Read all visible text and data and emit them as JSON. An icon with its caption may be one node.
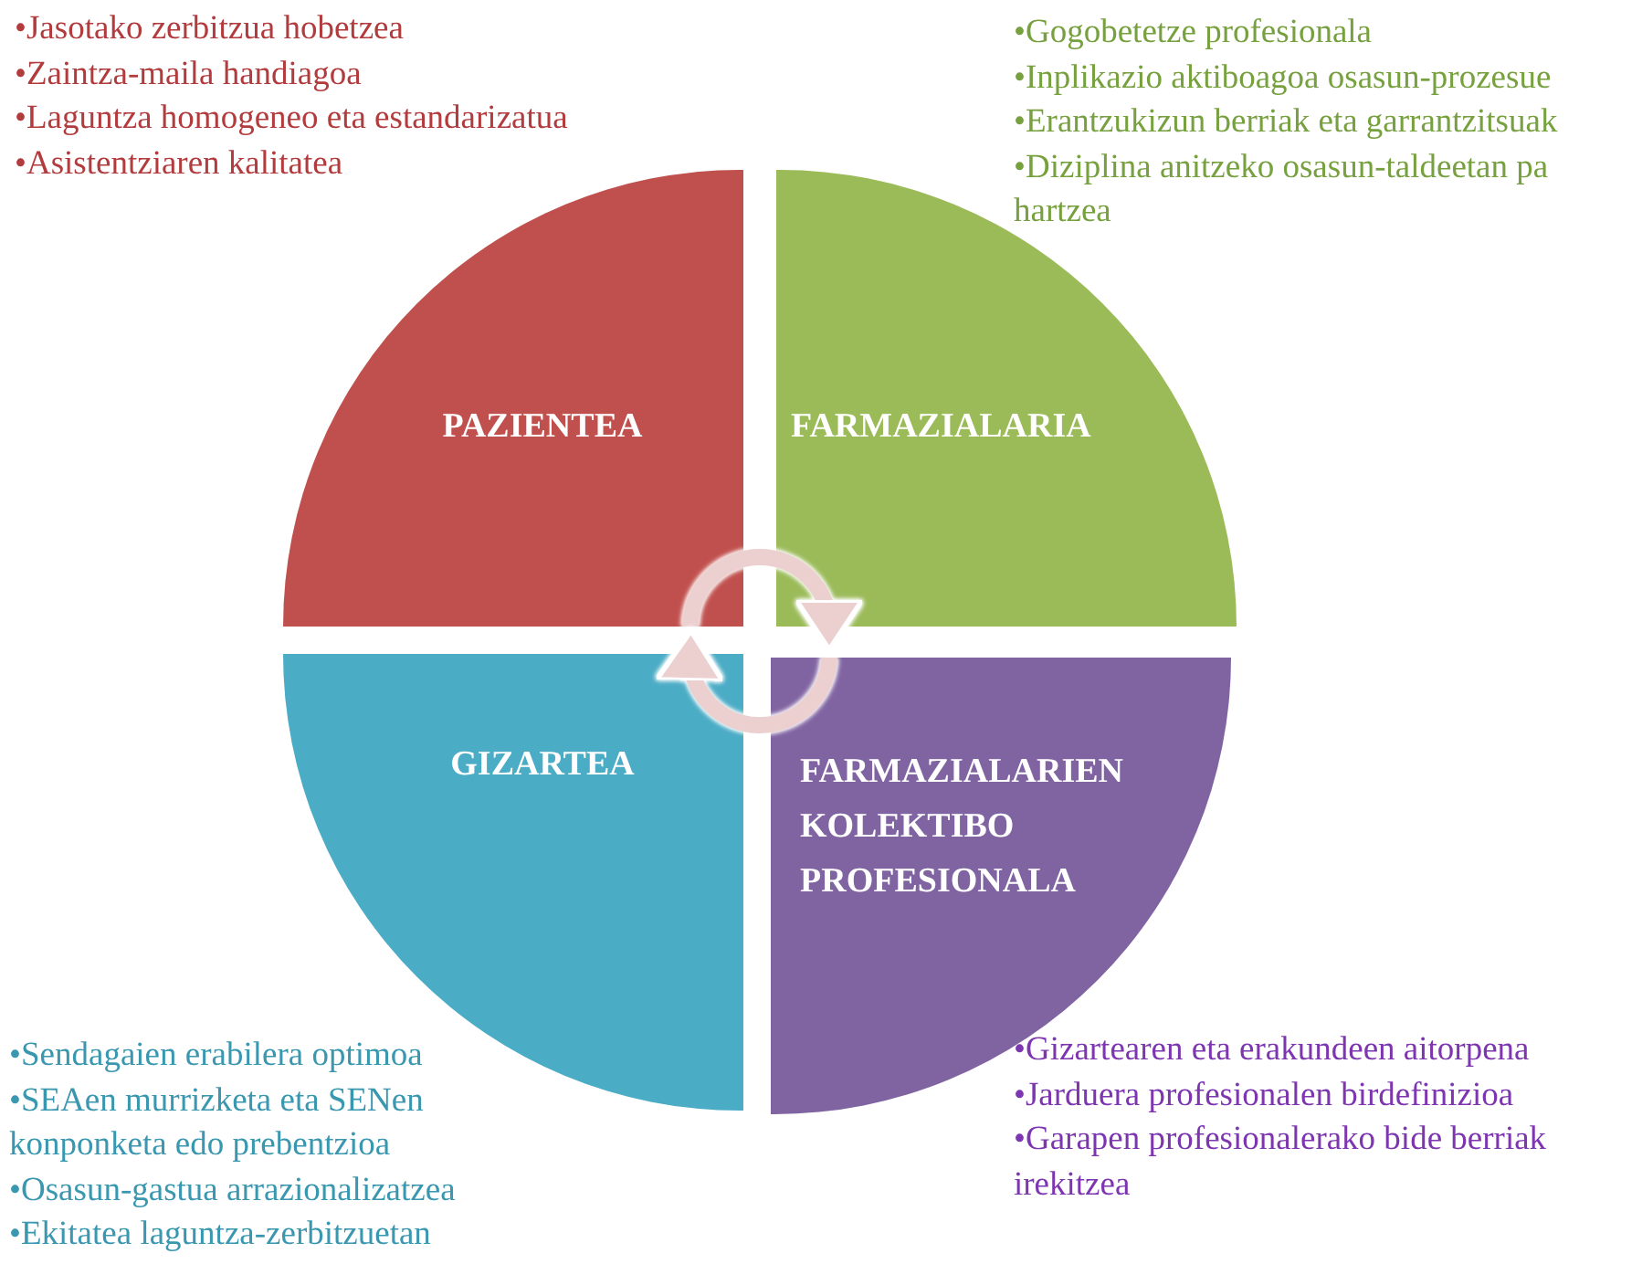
{
  "diagram": {
    "nodes": [
      {
        "text": [
          "PAZIENTEA"
        ],
        "beside": [
          "•Jasotako zerbitzua hobetzea",
          "•Zaintza-maila handiagoa",
          "•Laguntza homogeneo eta estandarizatua",
          "•Asistentziaren kalitatea"
        ]
      },
      {
        "text": [
          "FARMAZIALARIA"
        ],
        "beside": [
          "•Gogobetetze profesionala",
          "•Inplikazio aktiboagoa osasun-prozesue",
          "•Erantzukizun berriak eta garrantzitsuak",
          "•Diziplina anitzeko osasun-taldeetan pa hartzea"
        ]
      },
      {
        "text": [
          "GIZARTEA"
        ],
        "beside": [
          "•Sendagaien erabilera optimoa",
          "•SEAen murrizketa eta SENen konponketa edo prebentzioa",
          "•Osasun-gastua arrazionalizatzea",
          "•Ekitatea laguntza-zerbitzuetan"
        ]
      },
      {
        "text": [
          "FARMAZIALARIEN KOLEKTIBO PROFESIONALA"
        ],
        "beside": [
          "•Gizartearen eta erakundeen aitorpena",
          "•Jarduera profesionalen birdefinizioa",
          "•Garapen profesionalerako bide berriak irekitzea"
        ]
      }
    ],
    "edges": [
      {
        "from": 0,
        "to": 1,
        "arrow": "to"
      },
      {
        "from": 3,
        "to": 2,
        "arrow": "to"
      }
    ]
  }
}
